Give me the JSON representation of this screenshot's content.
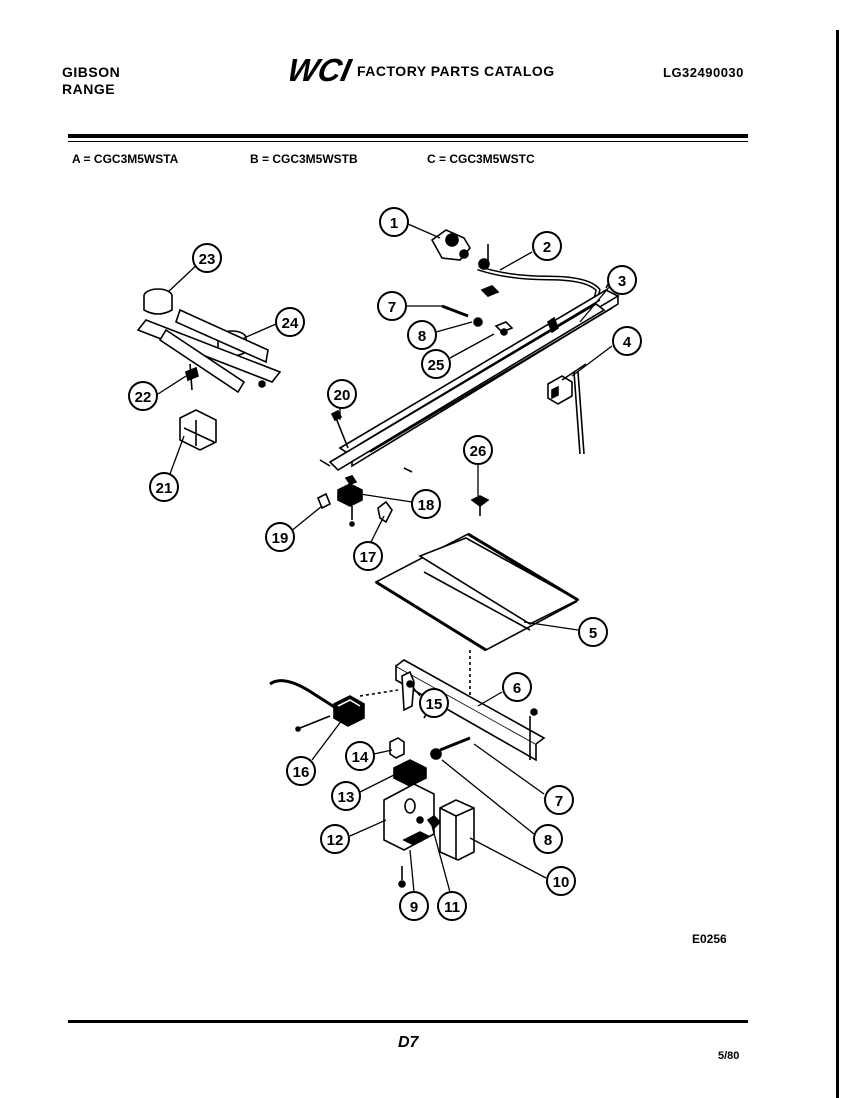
{
  "header": {
    "brand_line1": "GIBSON",
    "brand_line2": "RANGE",
    "logo_text": "WCI",
    "catalog_title": "FACTORY PARTS CATALOG",
    "catalog_number": "LG32490030"
  },
  "models": [
    {
      "label": "A = CGC3M5WSTA"
    },
    {
      "label": "B = CGC3M5WSTB"
    },
    {
      "label": "C = CGC3M5WSTC"
    }
  ],
  "diagram": {
    "callouts": [
      "1",
      "2",
      "3",
      "4",
      "5",
      "6",
      "7",
      "8",
      "25",
      "23",
      "24",
      "22",
      "21",
      "20",
      "26",
      "18",
      "19",
      "17",
      "16",
      "15",
      "14",
      "13",
      "12",
      "9",
      "11",
      "10",
      "7",
      "8"
    ]
  },
  "footer": {
    "drawing_code": "E0256",
    "page_code": "D7",
    "date_code": "5/80"
  }
}
